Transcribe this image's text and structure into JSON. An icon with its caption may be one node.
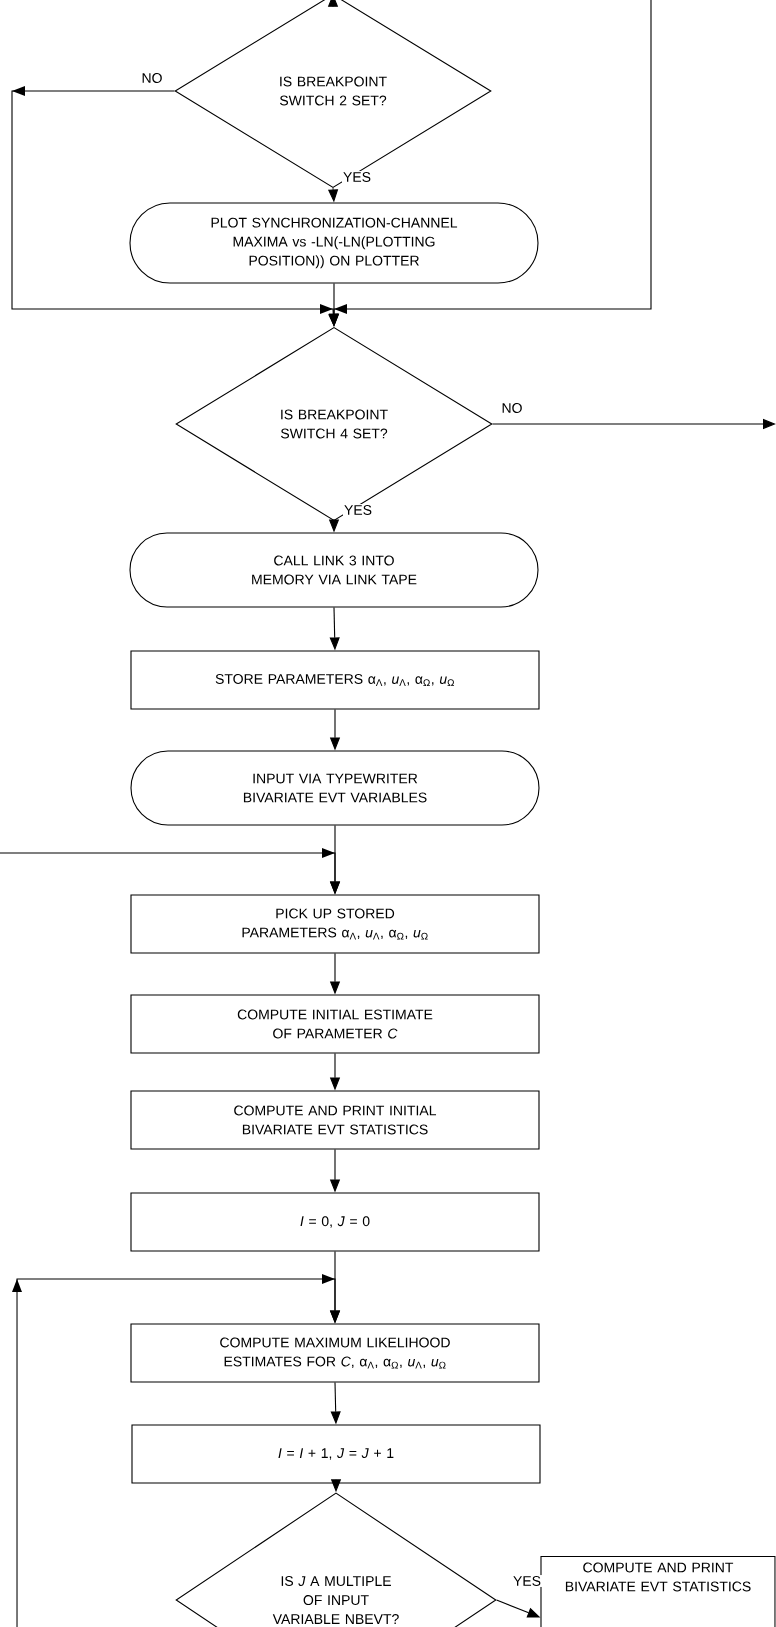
{
  "diagram": {
    "nodes": [
      {
        "text": [
          "IS BREAKPOINT SWITCH 2 SET?"
        ]
      },
      {
        "text": [
          "PLOT SYNCHRONIZATION-CHANNEL MAXIMA vs -LN(-LN(PLOTTING POSITION)) ON PLOTTER"
        ]
      },
      {
        "text": [
          "IS BREAKPOINT SWITCH 4 SET?"
        ]
      },
      {
        "text": [
          "CALL LINK 3 INTO MEMORY VIA LINK TAPE"
        ]
      },
      {
        "text": [
          "STORE PARAMETERS α$_{Λ}$, *u*$_{Λ}$, α$_{Ω}$, *u*$_{Ω}$"
        ]
      },
      {
        "text": [
          "INPUT VIA TYPEWRITER BIVARIATE EVT VARIABLES"
        ]
      },
      {
        "text": [
          "PICK UP STORED PARAMETERS α$_{Λ}$, *u*$_{Λ}$, α$_{Ω}$, *u*$_{Ω}$"
        ]
      },
      {
        "text": [
          "COMPUTE INITIAL ESTIMATE OF PARAMETER *C*"
        ]
      },
      {
        "text": [
          "COMPUTE AND PRINT INITIAL BIVARIATE EVT STATISTICS"
        ]
      },
      {
        "text": [
          "*I* = 0, *J* = 0"
        ]
      },
      {
        "text": [
          "COMPUTE MAXIMUM LIKELIHOOD ESTIMATES FOR *C*, α$_{Λ}$, α$_{Ω}$, *u*$_{Λ}$, *u*$_{Ω}$"
        ]
      },
      {
        "text": [
          "*I* = *I* + 1, *J* = *J* + 1"
        ]
      },
      {
        "text": [
          "IS *J* A MULTIPLE OF INPUT VARIABLE NBEVT?"
        ]
      },
      {
        "text": [
          "COMPUTE AND PRINT BIVARIATE EVT STATISTICS"
        ]
      }
    ],
    "edges": [
      {
        "from": null,
        "to": 0,
        "arrow": "to"
      },
      {
        "from": 0,
        "to": 2,
        "arrow": "to",
        "label": "NO"
      },
      {
        "from": 0,
        "to": 1,
        "arrow": "to",
        "label": "YES"
      },
      {
        "from": 1,
        "to": 2,
        "arrow": "to"
      },
      {
        "from": null,
        "to": 2,
        "arrow": "to"
      },
      {
        "from": 2,
        "to": null,
        "arrow": "to",
        "label": "NO"
      },
      {
        "from": 2,
        "to": 3,
        "arrow": "to",
        "label": "YES"
      },
      {
        "from": 3,
        "to": 4,
        "arrow": "to"
      },
      {
        "from": 4,
        "to": 5,
        "arrow": "to"
      },
      {
        "from": 5,
        "to": 6,
        "arrow": "to"
      },
      {
        "from": null,
        "to": 6,
        "arrow": "to"
      },
      {
        "from": 6,
        "to": 7,
        "arrow": "to"
      },
      {
        "from": 7,
        "to": 8,
        "arrow": "to"
      },
      {
        "from": 8,
        "to": 9,
        "arrow": "to"
      },
      {
        "from": 9,
        "to": 10,
        "arrow": "to"
      },
      {
        "from": null,
        "to": 10,
        "arrow": "to"
      },
      {
        "from": 10,
        "to": 11,
        "arrow": "to"
      },
      {
        "from": 11,
        "to": 12,
        "arrow": "to"
      },
      {
        "from": 12,
        "to": 13,
        "arrow": "to",
        "label": "YES"
      }
    ]
  }
}
